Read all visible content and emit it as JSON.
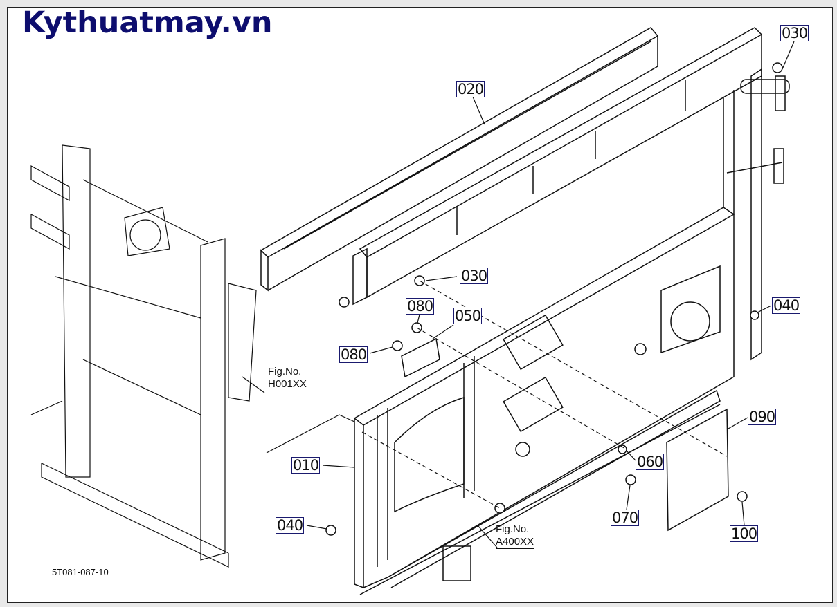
{
  "watermark": "Kythuatmay.vn",
  "drawing_code": "5T081-087-10",
  "part_labels": {
    "p030_top": "030",
    "p020": "020",
    "p030_mid": "030",
    "p080_top": "080",
    "p050": "050",
    "p080_left": "080",
    "p040_right": "040",
    "p090": "090",
    "p010": "010",
    "p060": "060",
    "p070": "070",
    "p100": "100",
    "p040_left": "040"
  },
  "figure_refs": {
    "h001": {
      "label": "Fig.No.",
      "ref": "H001XX"
    },
    "a400": {
      "label": "Fig.No.",
      "ref": "A400XX"
    }
  }
}
